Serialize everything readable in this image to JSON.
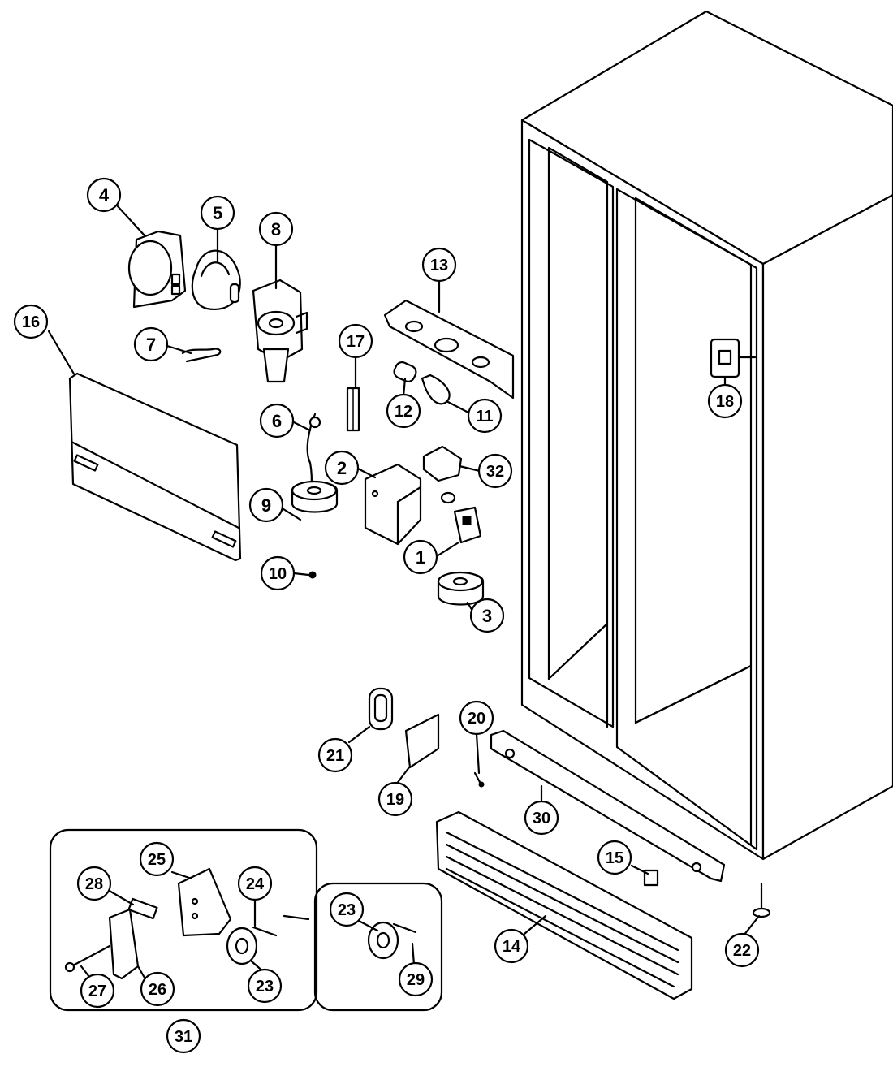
{
  "parts": [
    {
      "id": "c1",
      "label": "1"
    },
    {
      "id": "c2",
      "label": "2"
    },
    {
      "id": "c3",
      "label": "3"
    },
    {
      "id": "c4",
      "label": "4"
    },
    {
      "id": "c5",
      "label": "5"
    },
    {
      "id": "c6",
      "label": "6"
    },
    {
      "id": "c7",
      "label": "7"
    },
    {
      "id": "c8",
      "label": "8"
    },
    {
      "id": "c9",
      "label": "9"
    },
    {
      "id": "c10",
      "label": "10"
    },
    {
      "id": "c11",
      "label": "11"
    },
    {
      "id": "c12",
      "label": "12"
    },
    {
      "id": "c13",
      "label": "13"
    },
    {
      "id": "c14",
      "label": "14"
    },
    {
      "id": "c15",
      "label": "15"
    },
    {
      "id": "c16",
      "label": "16"
    },
    {
      "id": "c17",
      "label": "17"
    },
    {
      "id": "c18",
      "label": "18"
    },
    {
      "id": "c19",
      "label": "19"
    },
    {
      "id": "c20",
      "label": "20"
    },
    {
      "id": "c21",
      "label": "21"
    },
    {
      "id": "c22",
      "label": "22"
    },
    {
      "id": "c23a",
      "label": "23"
    },
    {
      "id": "c23b",
      "label": "23"
    },
    {
      "id": "c24",
      "label": "24"
    },
    {
      "id": "c25",
      "label": "25"
    },
    {
      "id": "c26",
      "label": "26"
    },
    {
      "id": "c27",
      "label": "27"
    },
    {
      "id": "c28",
      "label": "28"
    },
    {
      "id": "c29",
      "label": "29"
    },
    {
      "id": "c30",
      "label": "30"
    },
    {
      "id": "c31",
      "label": "31"
    },
    {
      "id": "c32",
      "label": "32"
    }
  ]
}
